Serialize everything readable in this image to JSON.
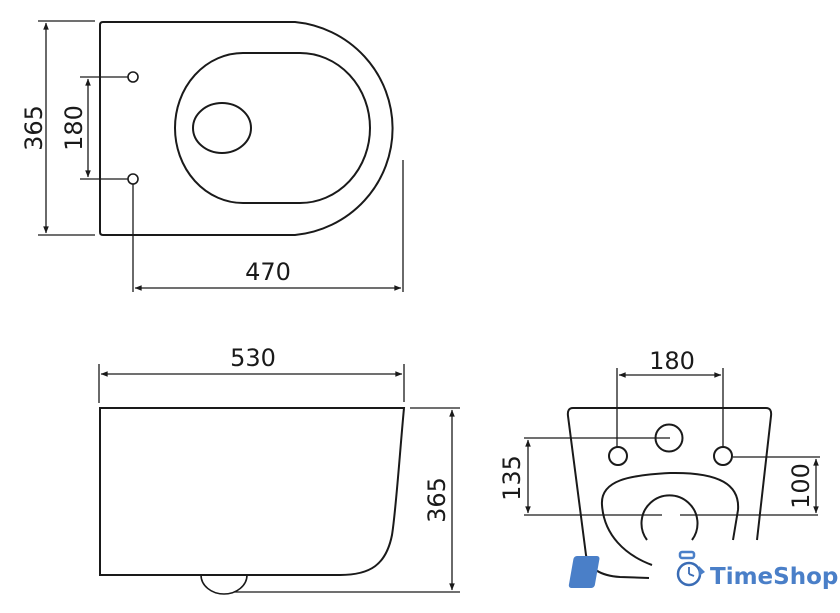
{
  "diagram": {
    "type": "technical-drawing",
    "subject": "wall-hung toilet",
    "line_color": "#1a1a1a",
    "background": "#ffffff"
  },
  "views": {
    "top_view": {
      "dimensions": {
        "depth": "365",
        "hole_spacing": "180",
        "length": "470"
      }
    },
    "side_view": {
      "dimensions": {
        "length": "530",
        "height": "365"
      }
    },
    "rear_view": {
      "dimensions": {
        "bolt_spacing": "180",
        "inlet_height": "135",
        "bolt_height": "100"
      }
    }
  },
  "watermark": {
    "text": "TimeShop",
    "color": "#4a7fc8",
    "icon": "clock-bag-icon"
  }
}
